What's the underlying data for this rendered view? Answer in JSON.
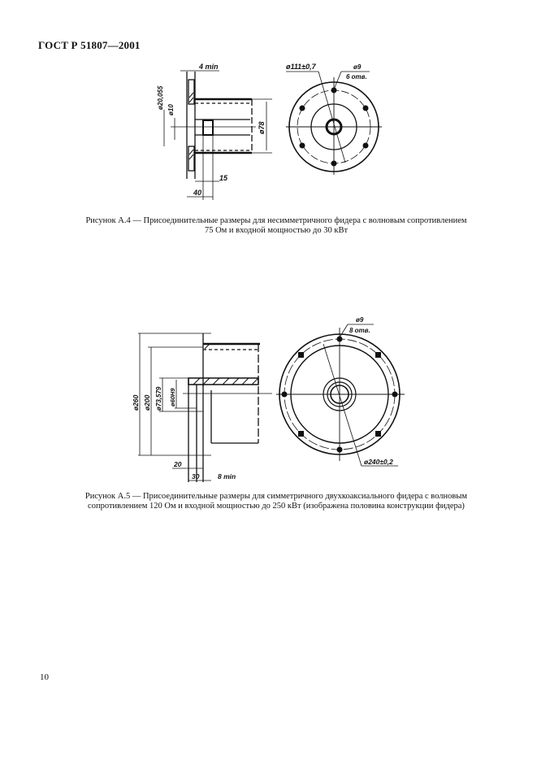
{
  "header": {
    "doc_id": "ГОСТ Р 51807—2001"
  },
  "figure_a4": {
    "side_view": {
      "dim_4min": "4 min",
      "dim_d20055": "ø20,055",
      "dim_d10": "ø10",
      "dim_d78": "ø78",
      "dim_15": "15",
      "dim_40": "40"
    },
    "front_view": {
      "dim_d111": "ø111±0,7",
      "hole_d": "ø9",
      "hole_count": "6 отв."
    },
    "caption_line1": "Рисунок А.4 — Присоединительные размеры для несимметричного фидера с волновым сопротивлением",
    "caption_line2": "75 Ом и входной мощностью до 30 кВт"
  },
  "figure_a5": {
    "side_view": {
      "dim_d260": "ø260",
      "dim_d200": "ø200",
      "dim_d73579": "ø73,579",
      "dim_d60": "ø60H9",
      "dim_20": "20",
      "dim_30": "30",
      "dim_8min": "8 min"
    },
    "front_view": {
      "hole_d": "ø9",
      "hole_count": "8 отв.",
      "dim_d240": "ø240±0,2"
    },
    "caption_line1": "Рисунок А.5 — Присоединительные размеры для симметричного двухкоаксиального фидера с волновым",
    "caption_line2": "сопротивлением 120 Ом и входной мощностью до 250 кВт (изображена половина конструкции фидера)"
  },
  "footer": {
    "page_number": "10"
  }
}
